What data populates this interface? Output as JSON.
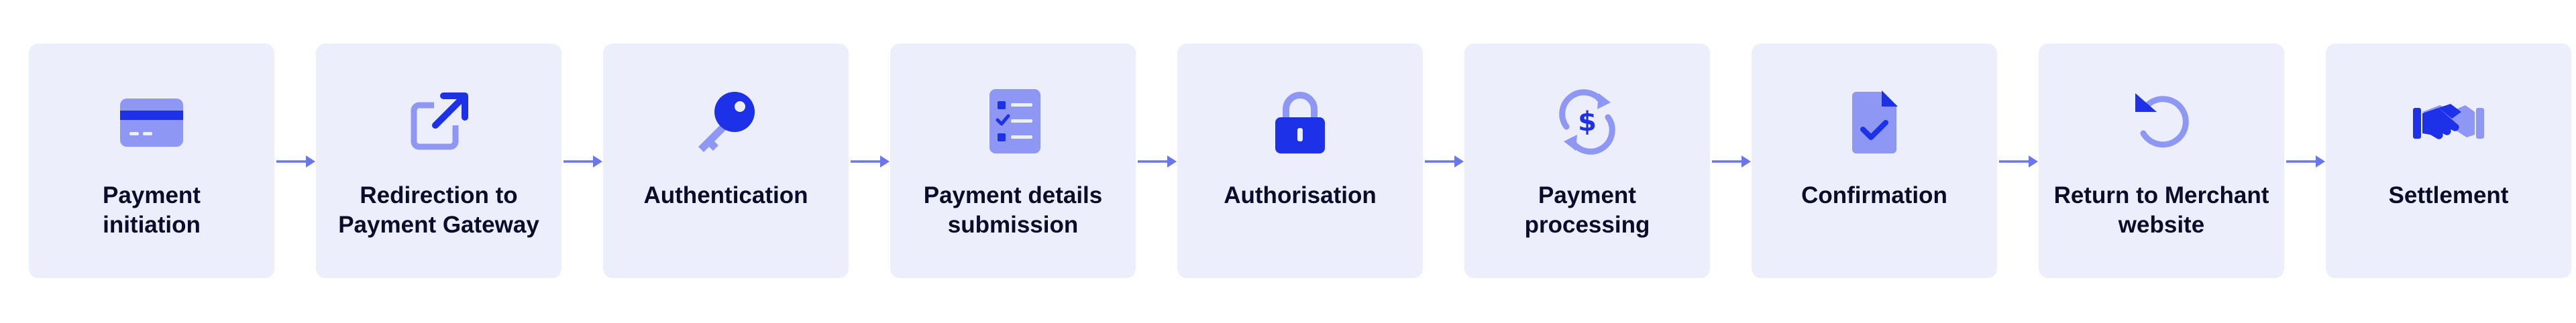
{
  "colors": {
    "card_bg": "#eceefb",
    "accent": "#1d32e8",
    "accent_light": "#8e97f4",
    "arrow": "#6b76ee",
    "text": "#0b0b2a"
  },
  "steps": [
    {
      "label": "Payment\ninitiation",
      "icon": "credit-card-icon"
    },
    {
      "label": "Redirection to\nPayment Gateway",
      "icon": "external-link-icon"
    },
    {
      "label": "Authentication",
      "icon": "key-icon"
    },
    {
      "label": "Payment details\nsubmission",
      "icon": "checklist-icon"
    },
    {
      "label": "Authorisation",
      "icon": "lock-icon"
    },
    {
      "label": "Payment\nprocessing",
      "icon": "dollar-sync-icon"
    },
    {
      "label": "Confirmation",
      "icon": "document-check-icon"
    },
    {
      "label": "Return to Merchant\nwebsite",
      "icon": "return-arrow-icon"
    },
    {
      "label": "Settlement",
      "icon": "handshake-icon"
    }
  ]
}
